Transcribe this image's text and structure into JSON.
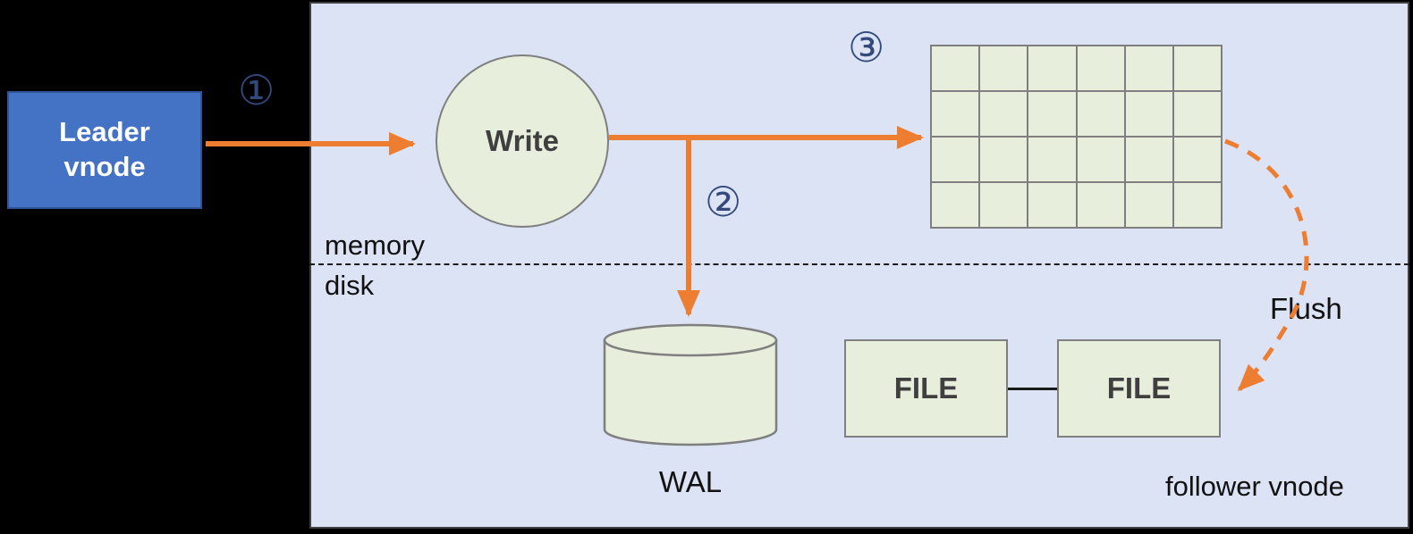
{
  "colors": {
    "background": "#000000",
    "panel_bg": "#dbe3f4",
    "panel_border": "#404040",
    "node_fill": "#e7efdc",
    "node_border": "#7f7f7f",
    "leader_fill": "#4472c4",
    "leader_border": "#2f5597",
    "arrow": "#ed7d31",
    "step": "#33497b",
    "text_dark": "#3f3f3f"
  },
  "grid": {
    "rows": 4,
    "cols": 6
  },
  "labels": {
    "leader": "Leader\nvnode",
    "write": "Write",
    "step1": "①",
    "step2": "②",
    "step3": "③",
    "memory": "memory",
    "disk": "disk",
    "wal": "WAL",
    "file_left": "FILE",
    "file_right": "FILE",
    "flush": "Flush",
    "follower": "follower vnode"
  }
}
